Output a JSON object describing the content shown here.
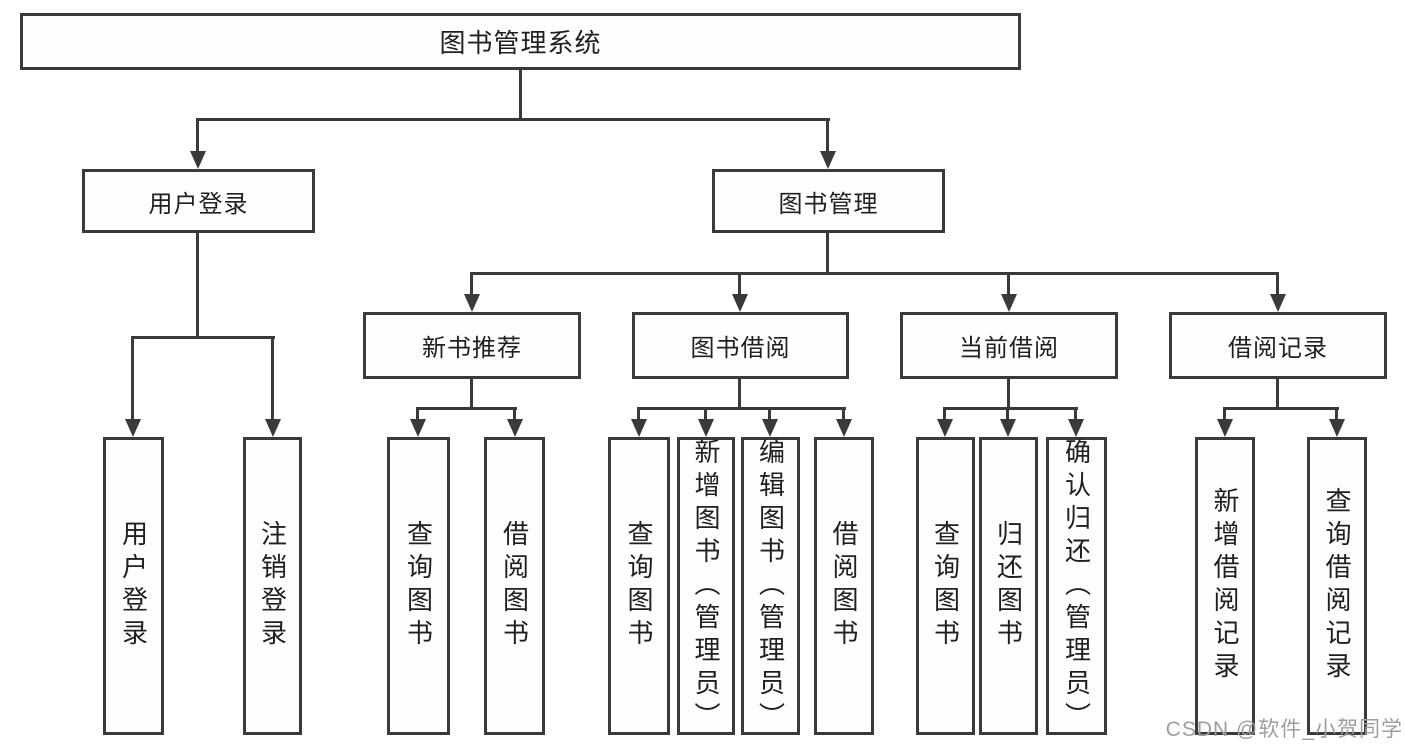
{
  "colors": {
    "line": "#3a3a3a",
    "text": "#202020",
    "background": "#ffffff",
    "watermark": "#9e9e9e"
  },
  "watermark": "CSDN @软件_小贺同学",
  "tree": {
    "root": "图书管理系统",
    "level2": [
      {
        "label": "用户登录",
        "children": [
          "用户登录",
          "注销登录"
        ]
      },
      {
        "label": "图书管理",
        "children": [
          {
            "label": "新书推荐",
            "children": [
              "查询图书",
              "借阅图书"
            ]
          },
          {
            "label": "图书借阅",
            "children": [
              "查询图书",
              "新增图书（管理员）",
              "编辑图书（管理员）",
              "借阅图书"
            ]
          },
          {
            "label": "当前借阅",
            "children": [
              "查询图书",
              "归还图书",
              "确认归还（管理员）"
            ]
          },
          {
            "label": "借阅记录",
            "children": [
              "新增借阅记录",
              "查询借阅记录"
            ]
          }
        ]
      }
    ]
  }
}
